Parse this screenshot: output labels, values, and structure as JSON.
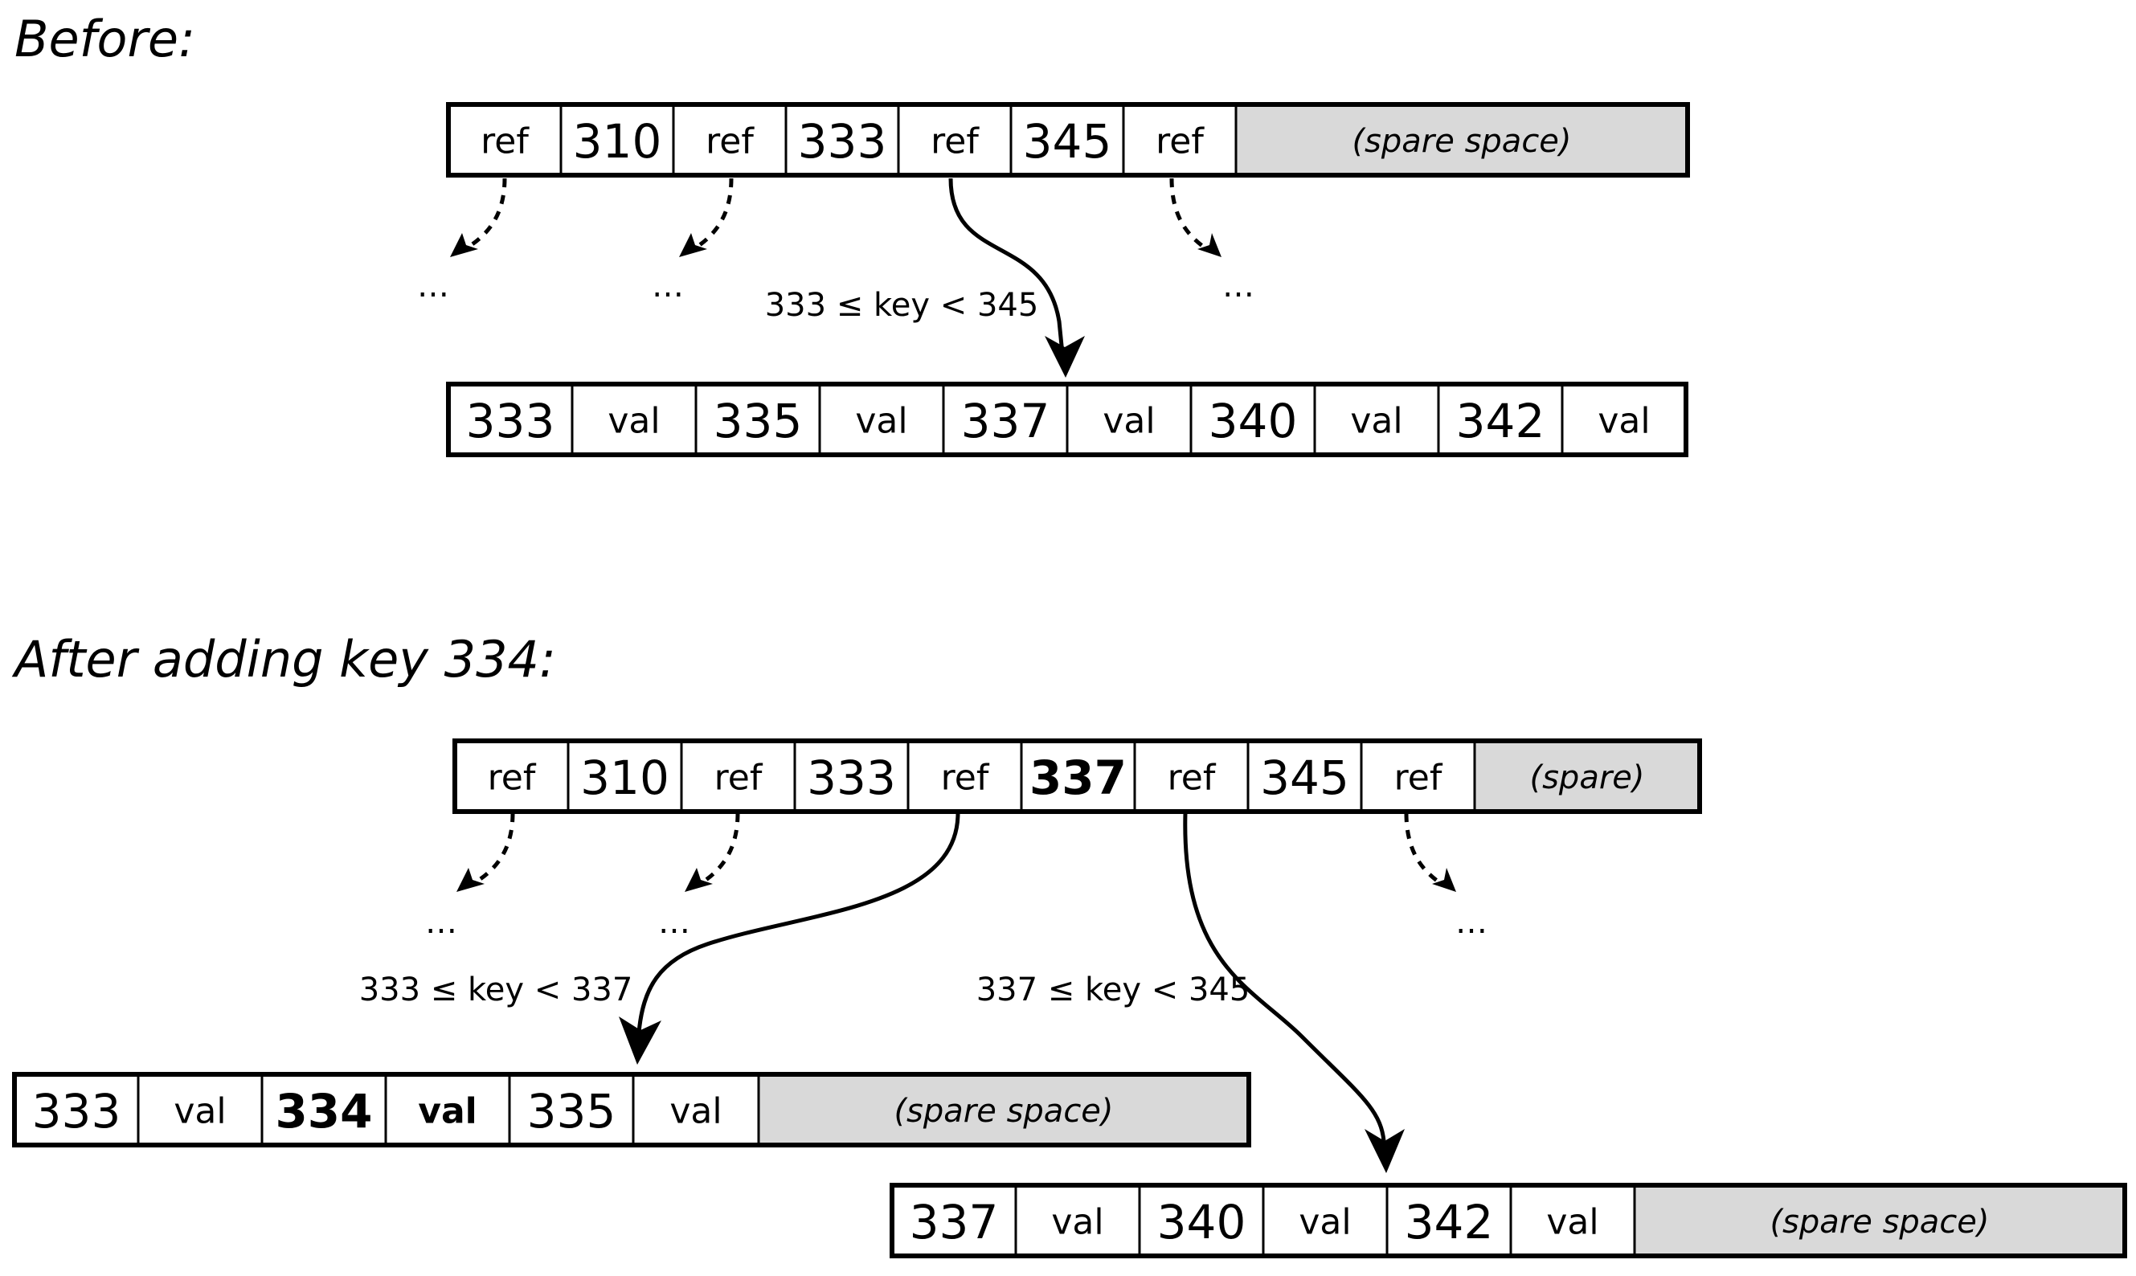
{
  "colors": {
    "stroke": "#000000",
    "spare_fill": "#d9d9d9",
    "background": "#ffffff"
  },
  "titles": {
    "before": "Before:",
    "after": "After adding key 334:"
  },
  "nodes": {
    "before_parent": [
      {
        "text": "ref"
      },
      {
        "text": "310"
      },
      {
        "text": "ref"
      },
      {
        "text": "333"
      },
      {
        "text": "ref"
      },
      {
        "text": "345"
      },
      {
        "text": "ref"
      },
      {
        "text": "(spare space)",
        "spare": true
      }
    ],
    "before_leaf": [
      {
        "text": "333"
      },
      {
        "text": "val"
      },
      {
        "text": "335"
      },
      {
        "text": "val"
      },
      {
        "text": "337"
      },
      {
        "text": "val"
      },
      {
        "text": "340"
      },
      {
        "text": "val"
      },
      {
        "text": "342"
      },
      {
        "text": "val"
      }
    ],
    "after_parent": [
      {
        "text": "ref"
      },
      {
        "text": "310"
      },
      {
        "text": "ref"
      },
      {
        "text": "333"
      },
      {
        "text": "ref"
      },
      {
        "text": "337",
        "bold": true
      },
      {
        "text": "ref"
      },
      {
        "text": "345"
      },
      {
        "text": "ref"
      },
      {
        "text": "(spare)",
        "spare": true
      }
    ],
    "after_left_leaf": [
      {
        "text": "333"
      },
      {
        "text": "val"
      },
      {
        "text": "334",
        "bold": true
      },
      {
        "text": "val",
        "bold": true
      },
      {
        "text": "335"
      },
      {
        "text": "val"
      },
      {
        "text": "(spare space)",
        "spare": true
      }
    ],
    "after_right_leaf": [
      {
        "text": "337"
      },
      {
        "text": "val"
      },
      {
        "text": "340"
      },
      {
        "text": "val"
      },
      {
        "text": "342"
      },
      {
        "text": "val"
      },
      {
        "text": "(spare space)",
        "spare": true
      }
    ]
  },
  "edge_labels": {
    "before_range": "333 ≤ key < 345",
    "after_left_range": "333 ≤ key < 337",
    "after_right_range": "337 ≤ key < 345"
  },
  "ellipsis": "…"
}
